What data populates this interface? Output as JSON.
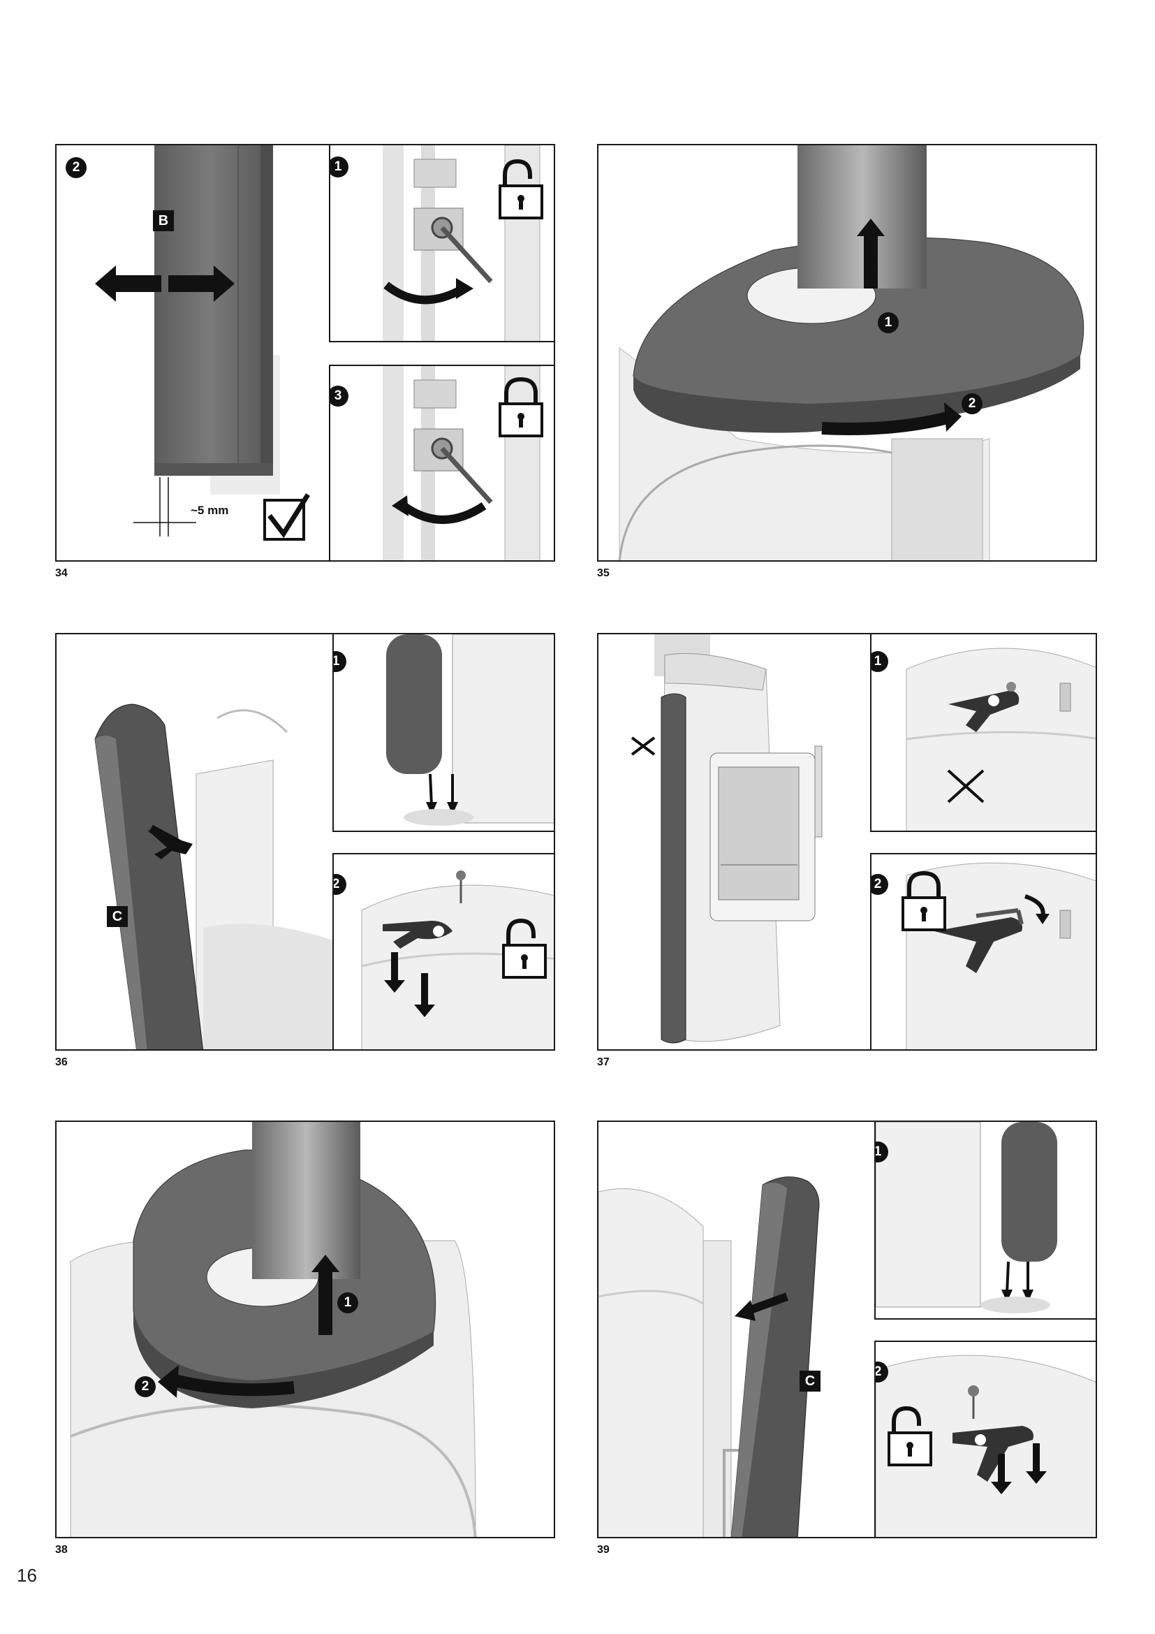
{
  "page": {
    "number": "16"
  },
  "figures": [
    {
      "number": "34",
      "box_label": "B",
      "measurement": "~5 mm",
      "steps": [
        "1",
        "2",
        "3"
      ]
    },
    {
      "number": "35",
      "steps": [
        "1",
        "2"
      ]
    },
    {
      "number": "36",
      "box_label": "C",
      "steps": [
        "1",
        "2"
      ]
    },
    {
      "number": "37",
      "steps": [
        "1",
        "2"
      ]
    },
    {
      "number": "38",
      "steps": [
        "1",
        "2"
      ]
    },
    {
      "number": "39",
      "box_label": "C",
      "steps": [
        "1",
        "2"
      ]
    }
  ],
  "icons": {
    "padlock_open": "padlock-open-icon",
    "padlock_closed": "padlock-closed-icon",
    "checkmark": "checkbox-check-icon"
  },
  "colors": {
    "panel_dark": "#6b6b6b",
    "panel_light": "#e6e6e6",
    "arrow": "#111111",
    "line": "#1a1a1a"
  }
}
